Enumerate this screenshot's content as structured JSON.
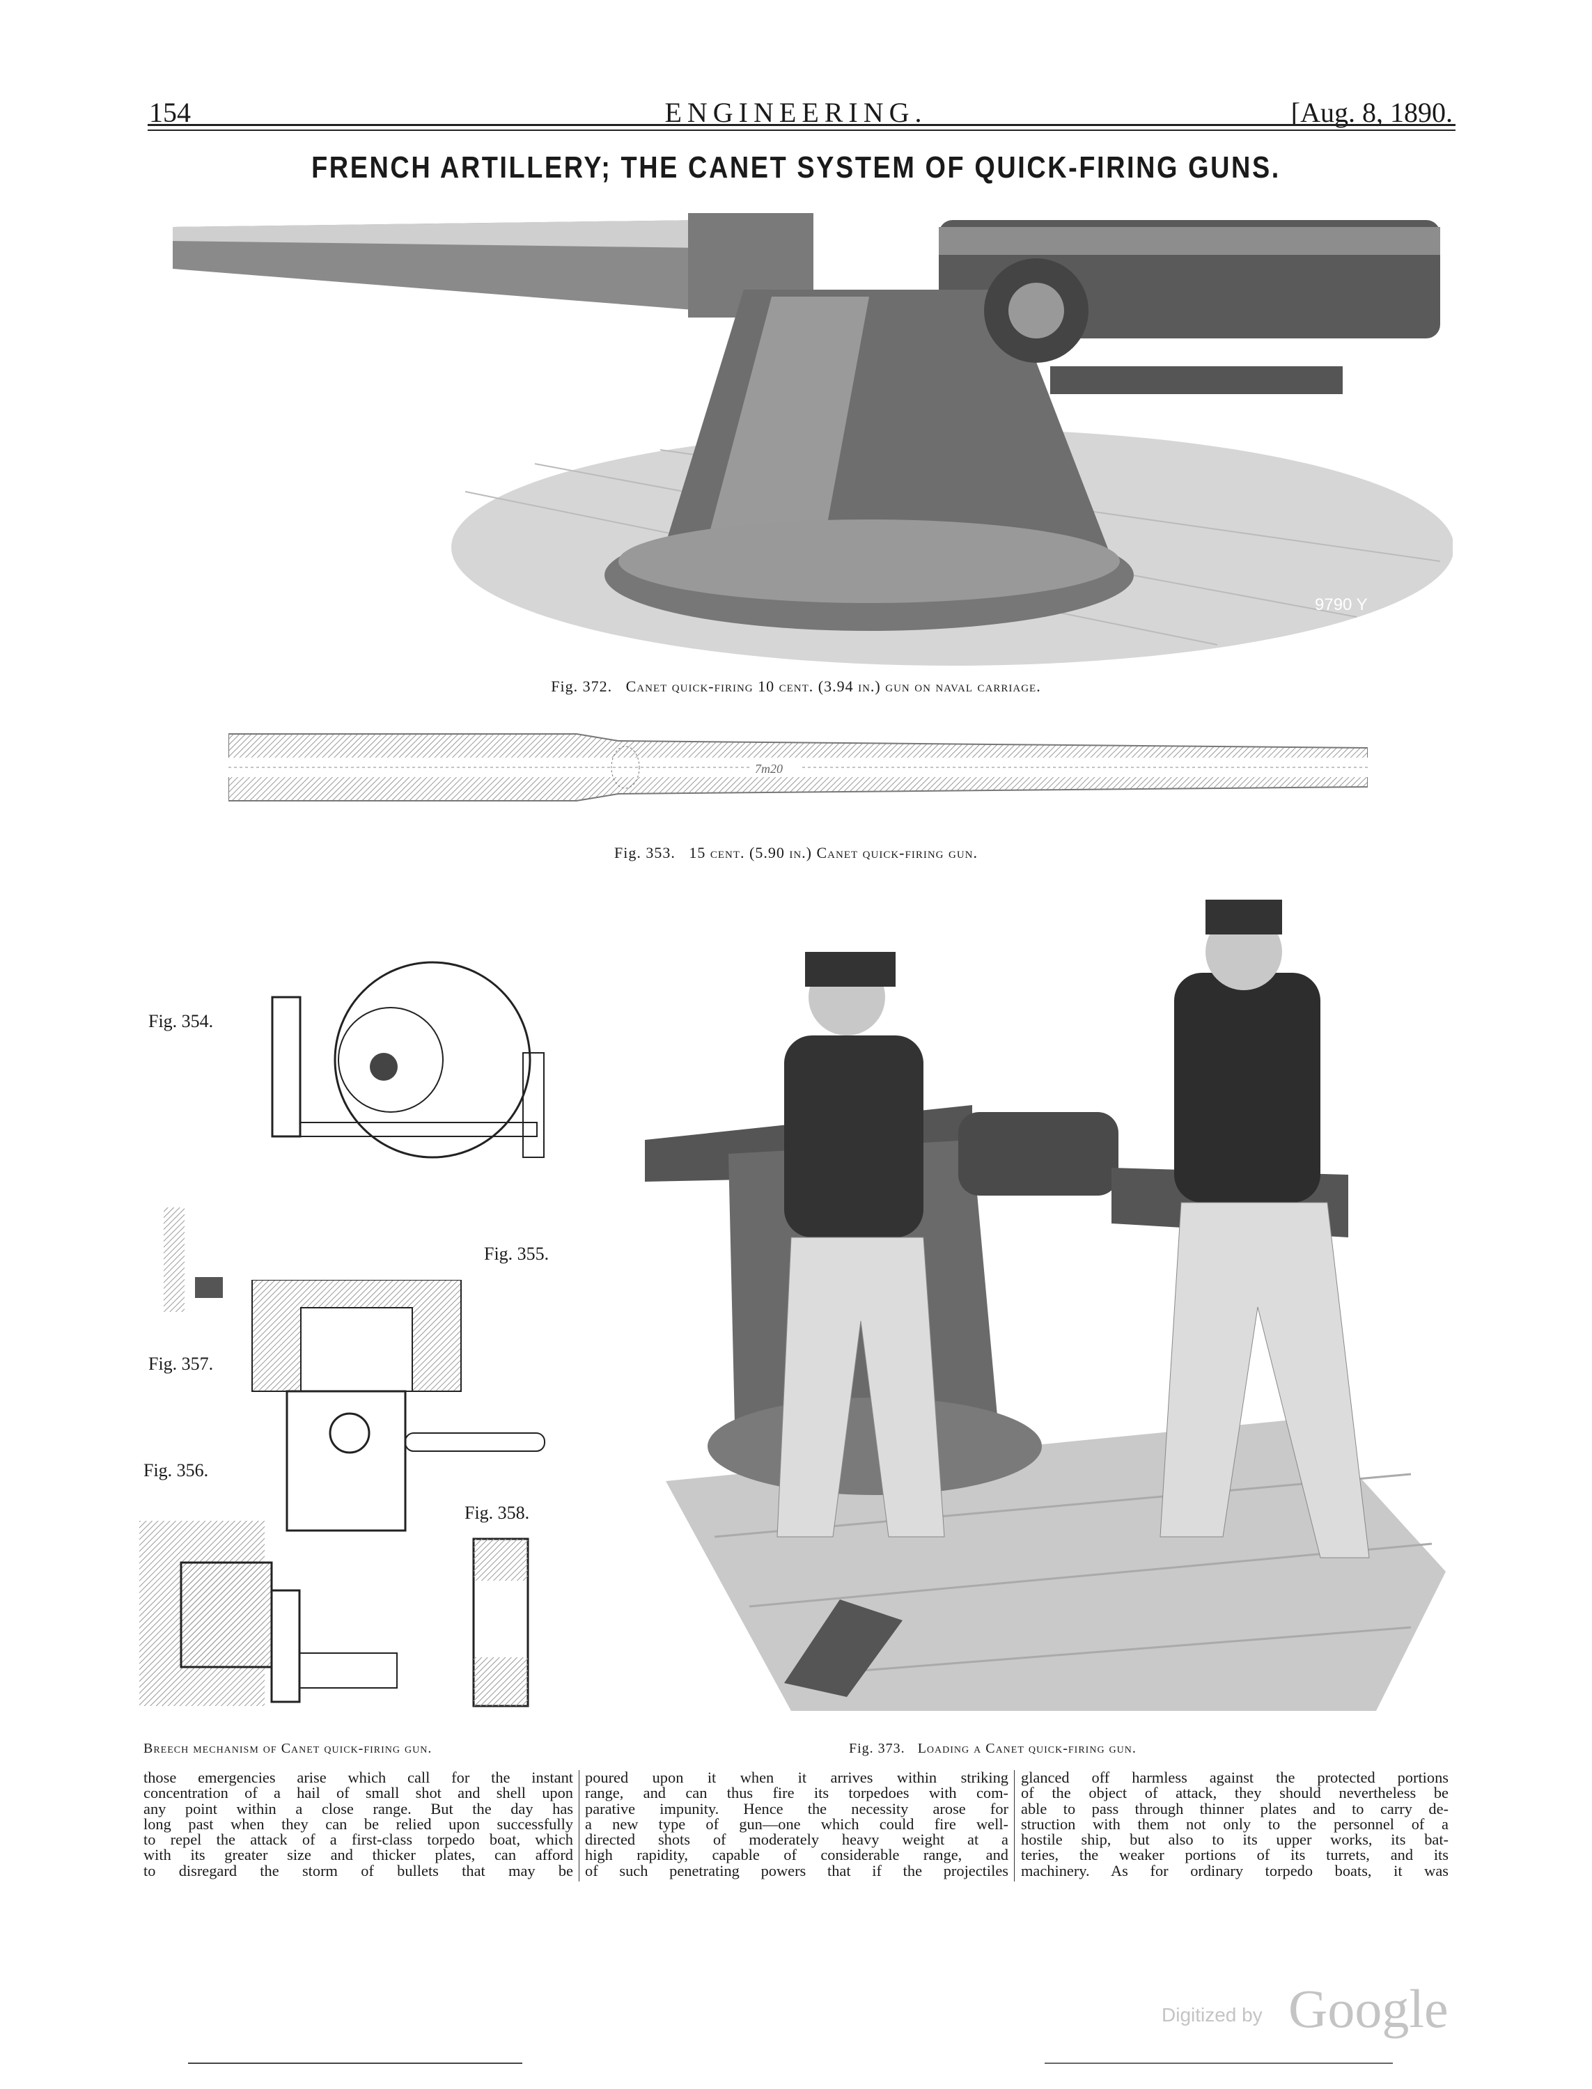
{
  "header": {
    "page_number": "154",
    "journal": "ENGINEERING.",
    "date": "[Aug. 8, 1890."
  },
  "article_title": "FRENCH ARTILLERY; THE CANET SYSTEM OF QUICK-FIRING GUNS.",
  "figures": {
    "fig372": {
      "label": "Fig. 372.",
      "caption": "Canet quick-firing 10 cent. (3.94 in.) gun on naval carriage.",
      "engraver_mark": "9790 Y"
    },
    "fig353": {
      "label": "Fig. 353.",
      "caption": "15 cent. (5.90 in.) Canet quick-firing gun.",
      "dimension": "7m20"
    },
    "fig354": {
      "label": "Fig. 354."
    },
    "fig355": {
      "label": "Fig. 355."
    },
    "fig356": {
      "label": "Fig. 356."
    },
    "fig357": {
      "label": "Fig. 357."
    },
    "fig358": {
      "label": "Fig. 358."
    },
    "breech_caption": "Breech mechanism of Canet quick-firing gun.",
    "fig373": {
      "label": "Fig. 373.",
      "caption": "Loading a Canet quick-firing gun."
    }
  },
  "body_columns": [
    [
      "those emergencies arise which call for the instant",
      "concentration of a hail of small shot and shell upon",
      "any point within a close range.  But the day has",
      "long past when they can be relied upon successfully",
      "to repel the attack of a first-class torpedo boat, which",
      "with its greater size and thicker plates, can afford",
      "to disregard the storm of bullets that may be"
    ],
    [
      "poured upon it when it arrives within striking",
      "range, and can thus fire its torpedoes with com-",
      "parative impunity.  Hence the necessity arose for",
      "a new type of gun—one which could fire well-",
      "directed shots of moderately heavy weight at a",
      "high rapidity, capable of considerable range, and",
      "of such penetrating powers that if the projectiles"
    ],
    [
      "glanced off harmless against the protected portions",
      "of the object of attack, they should nevertheless be",
      "able to pass through thinner plates and to carry de-",
      "struction with them not only to the personnel of a",
      "hostile ship, but also to its upper works, its bat-",
      "teries, the weaker portions of its turrets, and its",
      "machinery.  As for ordinary torpedo boats, it was"
    ]
  ],
  "watermark": {
    "prefix": "Digitized by",
    "brand": "Google"
  }
}
